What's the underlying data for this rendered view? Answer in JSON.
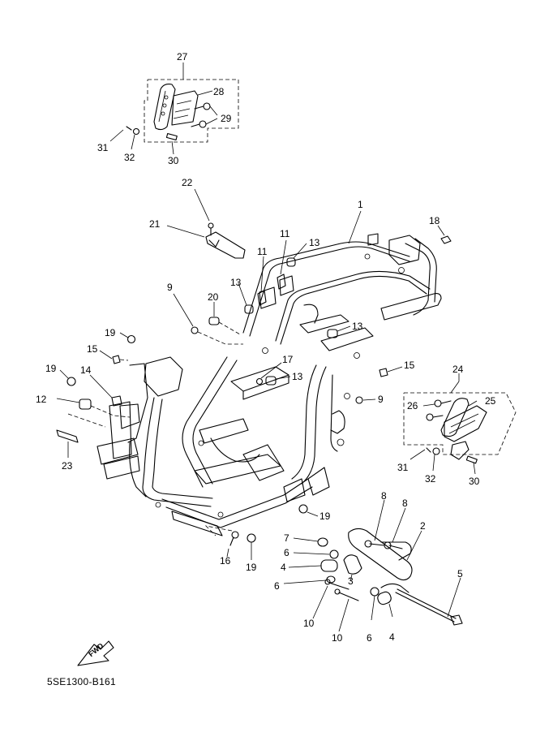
{
  "callouts": [
    {
      "id": "c27a",
      "label": "27"
    },
    {
      "id": "c28a",
      "label": "28"
    },
    {
      "id": "c29a",
      "label": "29"
    },
    {
      "id": "c31a",
      "label": "31"
    },
    {
      "id": "c32a",
      "label": "32"
    },
    {
      "id": "c30a",
      "label": "30"
    },
    {
      "id": "c22",
      "label": "22"
    },
    {
      "id": "c21",
      "label": "21"
    },
    {
      "id": "c1",
      "label": "1"
    },
    {
      "id": "c18",
      "label": "18"
    },
    {
      "id": "c11a",
      "label": "11"
    },
    {
      "id": "c11b",
      "label": "11"
    },
    {
      "id": "c13a",
      "label": "13"
    },
    {
      "id": "c13b",
      "label": "13"
    },
    {
      "id": "c13c",
      "label": "13"
    },
    {
      "id": "c13d",
      "label": "13"
    },
    {
      "id": "c9a",
      "label": "9"
    },
    {
      "id": "c20",
      "label": "20"
    },
    {
      "id": "c19a",
      "label": "19"
    },
    {
      "id": "c15a",
      "label": "15"
    },
    {
      "id": "c19b",
      "label": "19"
    },
    {
      "id": "c14",
      "label": "14"
    },
    {
      "id": "c17",
      "label": "17"
    },
    {
      "id": "c15b",
      "label": "15"
    },
    {
      "id": "c9b",
      "label": "9"
    },
    {
      "id": "c12",
      "label": "12"
    },
    {
      "id": "c23",
      "label": "23"
    },
    {
      "id": "c24",
      "label": "24"
    },
    {
      "id": "c26",
      "label": "26"
    },
    {
      "id": "c25",
      "label": "25"
    },
    {
      "id": "c31b",
      "label": "31"
    },
    {
      "id": "c32b",
      "label": "32"
    },
    {
      "id": "c30b",
      "label": "30"
    },
    {
      "id": "c19c",
      "label": "19"
    },
    {
      "id": "c8a",
      "label": "8"
    },
    {
      "id": "c8b",
      "label": "8"
    },
    {
      "id": "c2",
      "label": "2"
    },
    {
      "id": "c7",
      "label": "7"
    },
    {
      "id": "c6a",
      "label": "6"
    },
    {
      "id": "c16",
      "label": "16"
    },
    {
      "id": "c19d",
      "label": "19"
    },
    {
      "id": "c4a",
      "label": "4"
    },
    {
      "id": "c3",
      "label": "3"
    },
    {
      "id": "c6b",
      "label": "6"
    },
    {
      "id": "c5",
      "label": "5"
    },
    {
      "id": "c10a",
      "label": "10"
    },
    {
      "id": "c10b",
      "label": "10"
    },
    {
      "id": "c6c",
      "label": "6"
    },
    {
      "id": "c4b",
      "label": "4"
    }
  ],
  "fwd_label": "FWD",
  "diagram_code": "5SE1300-B161"
}
